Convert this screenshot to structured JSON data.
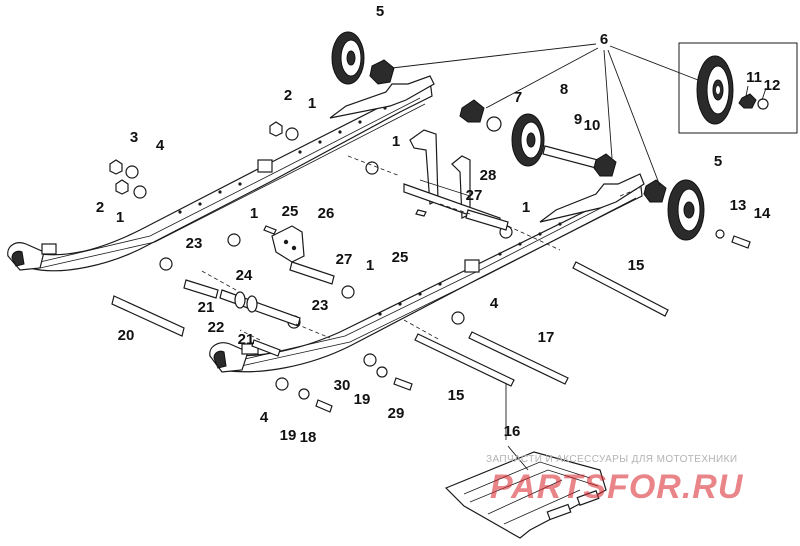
{
  "diagram": {
    "callouts": [
      {
        "id": "c5a",
        "label": "5"
      },
      {
        "id": "c6",
        "label": "6"
      },
      {
        "id": "c2a",
        "label": "2"
      },
      {
        "id": "c1a",
        "label": "1"
      },
      {
        "id": "c3",
        "label": "3"
      },
      {
        "id": "c4a",
        "label": "4"
      },
      {
        "id": "c2b",
        "label": "2"
      },
      {
        "id": "c1b",
        "label": "1"
      },
      {
        "id": "c7",
        "label": "7"
      },
      {
        "id": "c8",
        "label": "8"
      },
      {
        "id": "c9",
        "label": "9"
      },
      {
        "id": "c10",
        "label": "10"
      },
      {
        "id": "c11",
        "label": "11"
      },
      {
        "id": "c12",
        "label": "12"
      },
      {
        "id": "c1c",
        "label": "1"
      },
      {
        "id": "c28",
        "label": "28"
      },
      {
        "id": "c27a",
        "label": "27"
      },
      {
        "id": "c1d",
        "label": "1"
      },
      {
        "id": "c5b",
        "label": "5"
      },
      {
        "id": "c13",
        "label": "13"
      },
      {
        "id": "c14",
        "label": "14"
      },
      {
        "id": "c1e",
        "label": "1"
      },
      {
        "id": "c25a",
        "label": "25"
      },
      {
        "id": "c26",
        "label": "26"
      },
      {
        "id": "c23a",
        "label": "23"
      },
      {
        "id": "c25b",
        "label": "25"
      },
      {
        "id": "c27b",
        "label": "27"
      },
      {
        "id": "c1f",
        "label": "1"
      },
      {
        "id": "c15a",
        "label": "15"
      },
      {
        "id": "c24",
        "label": "24"
      },
      {
        "id": "c21a",
        "label": "21"
      },
      {
        "id": "c23b",
        "label": "23"
      },
      {
        "id": "c4b",
        "label": "4"
      },
      {
        "id": "c20",
        "label": "20"
      },
      {
        "id": "c22",
        "label": "22"
      },
      {
        "id": "c21b",
        "label": "21"
      },
      {
        "id": "c17",
        "label": "17"
      },
      {
        "id": "c30",
        "label": "30"
      },
      {
        "id": "c15b",
        "label": "15"
      },
      {
        "id": "c19a",
        "label": "19"
      },
      {
        "id": "c4c",
        "label": "4"
      },
      {
        "id": "c29",
        "label": "29"
      },
      {
        "id": "c19b",
        "label": "19"
      },
      {
        "id": "c18",
        "label": "18"
      },
      {
        "id": "c16",
        "label": "16"
      }
    ]
  },
  "watermark": {
    "tagline": "ЗАПЧАСТИ И АКСЕССУАРЫ ДЛЯ МОТОТЕХНИКИ",
    "logo": "PARTSFOR.RU",
    "logo_color": "#d8222a"
  }
}
